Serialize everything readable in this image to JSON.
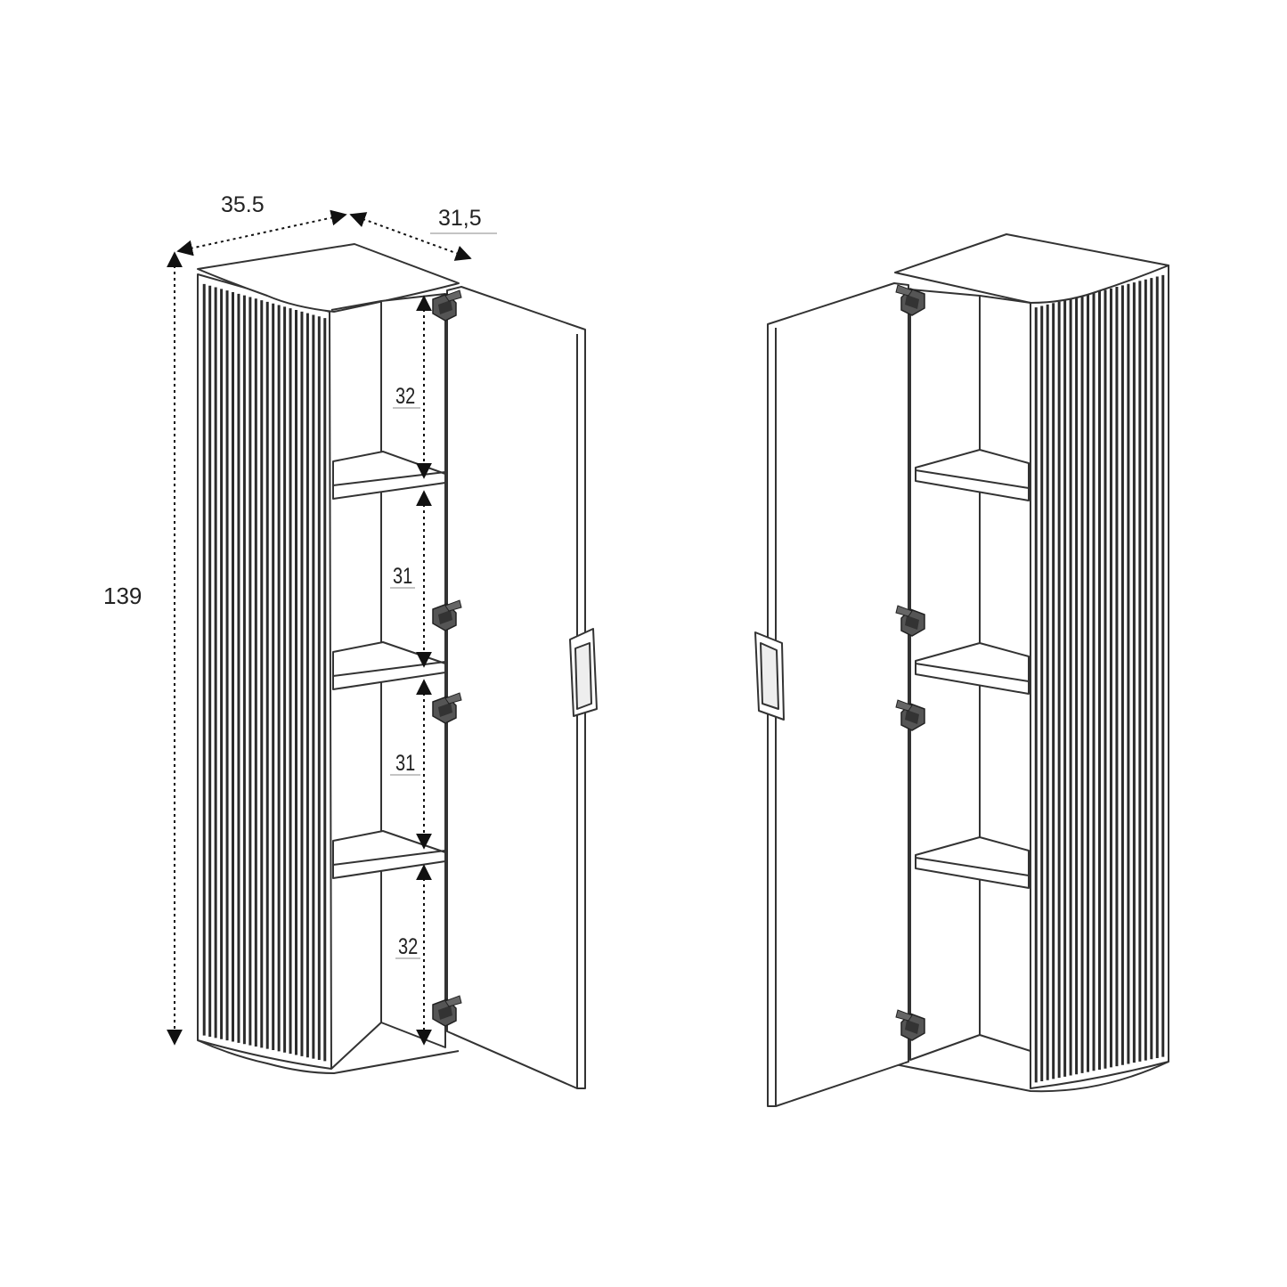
{
  "dimensions": {
    "width": "35.5",
    "depth": "31,5",
    "height": "139",
    "compartments": [
      "32",
      "31",
      "31",
      "32"
    ]
  },
  "colors": {
    "line": "#333333",
    "fluting": "#2b2b2b",
    "background": "#ffffff"
  },
  "icons": {
    "hinge": "hinge-icon",
    "handle": "handle-icon"
  }
}
